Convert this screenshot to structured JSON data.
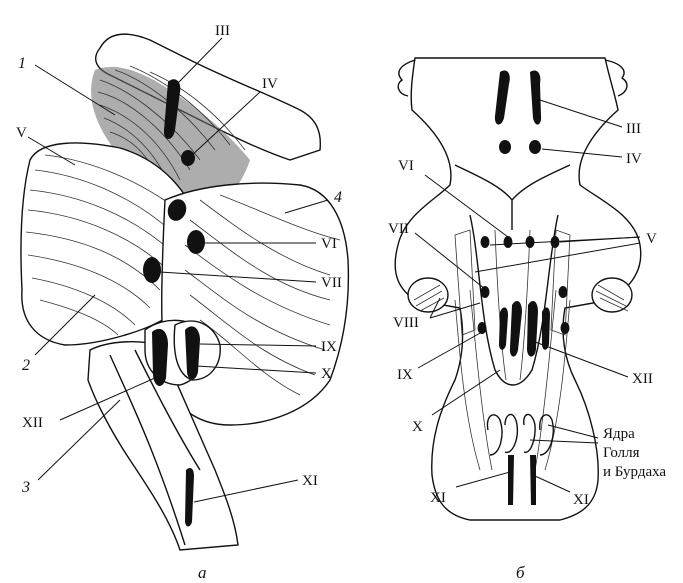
{
  "panel_a": {
    "caption": "а",
    "labels": {
      "n1": "1",
      "n2": "2",
      "n3": "3",
      "n4": "4",
      "III": "III",
      "IV": "IV",
      "V": "V",
      "VI": "VI",
      "VII": "VII",
      "IX": "IX",
      "X": "X",
      "XII": "XII",
      "XI": "XI"
    }
  },
  "panel_b": {
    "caption": "б",
    "labels": {
      "III": "III",
      "IV": "IV",
      "VI": "VI",
      "V": "V",
      "VII": "VII",
      "VIII": "VIII",
      "IX": "IX",
      "X": "X",
      "XII": "XII",
      "XI_left": "XI",
      "XI_right": "XI",
      "nuclei_line1": "Ядра",
      "nuclei_line2": "Голля",
      "nuclei_line3": "и Бурдаха"
    }
  },
  "colors": {
    "ink": "#111111",
    "paper": "#ffffff"
  }
}
